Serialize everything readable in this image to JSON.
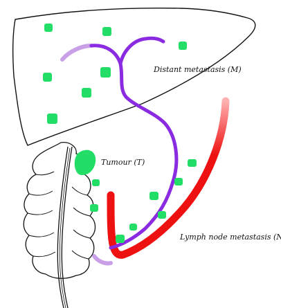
{
  "labels": {
    "distant": "Distant metastasis (M)",
    "tumour": "Tumour (T)",
    "lymph": "Lymph node metastasis (N)"
  },
  "colors": {
    "outline": "#111111",
    "metastasis_dot": "#22dd66",
    "tumour": "#22dd66",
    "vessel_purple": "#8a2be2",
    "vessel_purple_light": "#c9a0e8",
    "lymph_red": "#ee1111",
    "lymph_red_light": "#ff9a9a"
  }
}
